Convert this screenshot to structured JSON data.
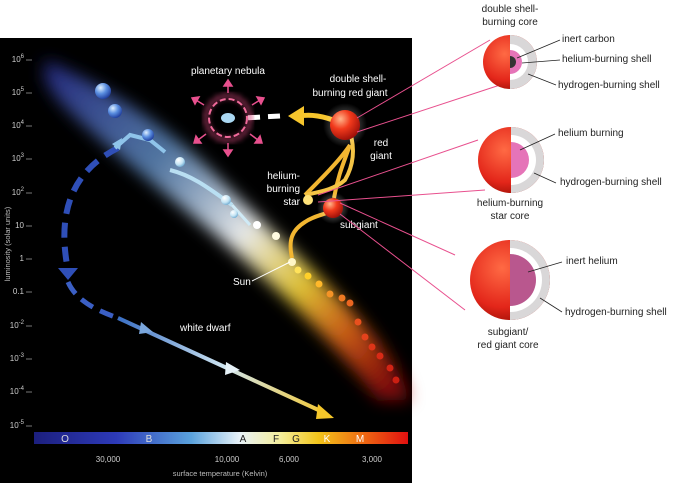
{
  "y_axis": {
    "label": "luminosity (solar units)",
    "ticks": [
      {
        "base": "10",
        "exp": "6"
      },
      {
        "base": "10",
        "exp": "5"
      },
      {
        "base": "10",
        "exp": "4"
      },
      {
        "base": "10",
        "exp": "3"
      },
      {
        "base": "10",
        "exp": "2"
      },
      {
        "base": "10",
        "exp": ""
      },
      {
        "base": "1",
        "exp": ""
      },
      {
        "base": "0.1",
        "exp": ""
      },
      {
        "base": "10",
        "exp": "-2"
      },
      {
        "base": "10",
        "exp": "-3"
      },
      {
        "base": "10",
        "exp": "-4"
      },
      {
        "base": "10",
        "exp": "-5"
      }
    ]
  },
  "spectral_classes": [
    "O",
    "B",
    "A",
    "F",
    "G",
    "K",
    "M"
  ],
  "temperature_ticks": [
    "30,000",
    "10,000",
    "6,000",
    "3,000"
  ],
  "x_axis_label": "surface temperature (Kelvin)",
  "stage_labels": {
    "planetary_nebula": "planetary nebula",
    "double_shell_line1": "double shell-",
    "double_shell_line2": "burning red giant",
    "red_giant_line1": "red",
    "red_giant_line2": "giant",
    "helium_line1": "helium-",
    "helium_line2": "burning",
    "helium_line3": "star",
    "subgiant": "subgiant",
    "sun": "Sun",
    "white_dwarf": "white dwarf"
  },
  "cores": {
    "top": {
      "title_line1": "double shell-",
      "title_line2": "burning core",
      "labels": [
        "inert carbon",
        "helium-burning shell",
        "hydrogen-burning shell"
      ]
    },
    "middle": {
      "labels": [
        "helium burning",
        "hydrogen-burning shell"
      ],
      "title_line1": "helium-burning",
      "title_line2": "star core"
    },
    "bottom": {
      "labels": [
        "inert helium",
        "hydrogen-burning shell"
      ],
      "title_line1": "subgiant/",
      "title_line2": "red giant core"
    }
  },
  "colors": {
    "panel": "#000000",
    "connector": "#e8508e",
    "track": "#f2b631",
    "arrow_yellow": "#f6c52c",
    "dash_blue": "#2f4fb8",
    "light_blue": "#8fc4ea",
    "star_red": "#e1261c"
  }
}
